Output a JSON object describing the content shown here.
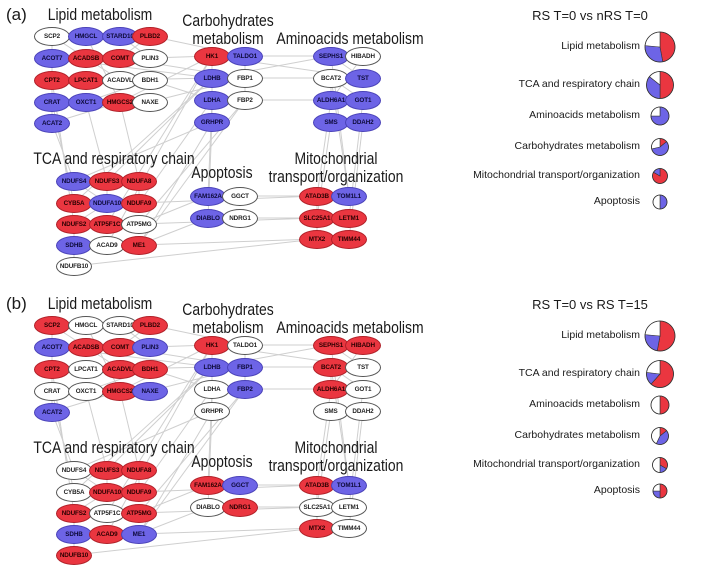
{
  "colors": {
    "up": "#ea3640",
    "down": "#6d64e6",
    "none": "#ffffff",
    "edge": "#cfcfcf"
  },
  "panels": [
    {
      "label": "(a)",
      "comparison_title": "RS T=0 vs nRS T=0",
      "groups": {
        "lipid": "Lipid metabolism",
        "carb": "Carbohydrates\nmetabolism",
        "amino": "Aminoacids metabolism",
        "tca": "TCA and respiratory chain",
        "apoptosis": "Apoptosis",
        "mito": "Mitochondrial\ntransport/organization"
      },
      "nodes": [
        {
          "id": "SCP2",
          "s": "white"
        },
        {
          "id": "HMGCL",
          "s": "blue"
        },
        {
          "id": "STARD10",
          "s": "blue"
        },
        {
          "id": "PLBD2",
          "s": "red"
        },
        {
          "id": "ACOT7",
          "s": "blue"
        },
        {
          "id": "ACADSB",
          "s": "red"
        },
        {
          "id": "COMT",
          "s": "red"
        },
        {
          "id": "PLIN3",
          "s": "white"
        },
        {
          "id": "CPT2",
          "s": "red"
        },
        {
          "id": "LPCAT1",
          "s": "red"
        },
        {
          "id": "ACADVL",
          "s": "white"
        },
        {
          "id": "BDH1",
          "s": "white"
        },
        {
          "id": "CRAT",
          "s": "blue"
        },
        {
          "id": "OXCT1",
          "s": "blue"
        },
        {
          "id": "HMGCS2",
          "s": "red"
        },
        {
          "id": "NAXE",
          "s": "white"
        },
        {
          "id": "ACAT2",
          "s": "blue"
        },
        {
          "id": "HK1",
          "s": "red"
        },
        {
          "id": "TALDO1",
          "s": "blue"
        },
        {
          "id": "LDHB",
          "s": "blue"
        },
        {
          "id": "FBP1",
          "s": "white"
        },
        {
          "id": "LDHA",
          "s": "blue"
        },
        {
          "id": "FBP2",
          "s": "white"
        },
        {
          "id": "GRHPR",
          "s": "blue"
        },
        {
          "id": "SEPHS1",
          "s": "blue"
        },
        {
          "id": "HIBADH",
          "s": "white"
        },
        {
          "id": "BCAT2",
          "s": "white"
        },
        {
          "id": "TST",
          "s": "blue"
        },
        {
          "id": "ALDH6A1",
          "s": "blue"
        },
        {
          "id": "GOT1",
          "s": "blue"
        },
        {
          "id": "SMS",
          "s": "blue"
        },
        {
          "id": "DDAH2",
          "s": "blue"
        },
        {
          "id": "NDUFS4",
          "s": "blue"
        },
        {
          "id": "NDUFS3",
          "s": "red"
        },
        {
          "id": "NDUFA8",
          "s": "red"
        },
        {
          "id": "CYB5A",
          "s": "red"
        },
        {
          "id": "NDUFA10",
          "s": "blue"
        },
        {
          "id": "NDUFA9",
          "s": "red"
        },
        {
          "id": "NDUFS2",
          "s": "red"
        },
        {
          "id": "ATP5F1C",
          "s": "red"
        },
        {
          "id": "ATP5MG",
          "s": "white"
        },
        {
          "id": "SDHB",
          "s": "blue"
        },
        {
          "id": "ACAD9",
          "s": "white"
        },
        {
          "id": "ME1",
          "s": "red"
        },
        {
          "id": "NDUFB10",
          "s": "white"
        },
        {
          "id": "FAM162A",
          "s": "blue"
        },
        {
          "id": "GGCT",
          "s": "white"
        },
        {
          "id": "DIABLO",
          "s": "blue"
        },
        {
          "id": "NDRG1",
          "s": "white"
        },
        {
          "id": "ATAD3B",
          "s": "red"
        },
        {
          "id": "TOMM1L1",
          "s": "blue",
          "label": "TOM1L1"
        },
        {
          "id": "SLC25A1",
          "s": "red"
        },
        {
          "id": "LETM1",
          "s": "red"
        },
        {
          "id": "MTX2",
          "s": "red"
        },
        {
          "id": "TIMM44",
          "s": "red"
        }
      ],
      "pies": [
        {
          "label": "Lipid metabolism",
          "up": 8,
          "down": 5,
          "none": 4
        },
        {
          "label": "TCA and respiratory chain",
          "up": 7,
          "down": 5,
          "none": 2
        },
        {
          "label": "Aminoacids metabolism",
          "up": 0,
          "down": 6,
          "none": 2
        },
        {
          "label": "Carbohydrates metabolism",
          "up": 1,
          "down": 4,
          "none": 2
        },
        {
          "label": "Mitochondrial transport/organization",
          "up": 5,
          "down": 1,
          "none": 0
        },
        {
          "label": "Apoptosis",
          "up": 0,
          "down": 2,
          "none": 2
        }
      ]
    },
    {
      "label": "(b)",
      "comparison_title": "RS T=0 vs RS T=15",
      "groups": {
        "lipid": "Lipid metabolism",
        "carb": "Carbohydrates\nmetabolism",
        "amino": "Aminoacids metabolism",
        "tca": "TCA and respiratory chain",
        "apoptosis": "Apoptosis",
        "mito": "Mitochondrial\ntransport/organization"
      },
      "nodes": [
        {
          "id": "SCP2",
          "s": "red"
        },
        {
          "id": "HMGCL",
          "s": "white"
        },
        {
          "id": "STARD10",
          "s": "white"
        },
        {
          "id": "PLBD2",
          "s": "red"
        },
        {
          "id": "ACOT7",
          "s": "blue"
        },
        {
          "id": "ACADSB",
          "s": "red"
        },
        {
          "id": "COMT",
          "s": "red"
        },
        {
          "id": "PLIN3",
          "s": "blue"
        },
        {
          "id": "CPT2",
          "s": "red"
        },
        {
          "id": "LPCAT1",
          "s": "white"
        },
        {
          "id": "ACADVL",
          "s": "red"
        },
        {
          "id": "BDH1",
          "s": "red"
        },
        {
          "id": "CRAT",
          "s": "white"
        },
        {
          "id": "OXCT1",
          "s": "white"
        },
        {
          "id": "HMGCS2",
          "s": "red"
        },
        {
          "id": "NAXE",
          "s": "blue"
        },
        {
          "id": "ACAT2",
          "s": "blue"
        },
        {
          "id": "HK1",
          "s": "red"
        },
        {
          "id": "TALDO1",
          "s": "white"
        },
        {
          "id": "LDHB",
          "s": "blue"
        },
        {
          "id": "FBP1",
          "s": "blue"
        },
        {
          "id": "LDHA",
          "s": "white"
        },
        {
          "id": "FBP2",
          "s": "blue"
        },
        {
          "id": "GRHPR",
          "s": "white"
        },
        {
          "id": "SEPHS1",
          "s": "red"
        },
        {
          "id": "HIBADH",
          "s": "red"
        },
        {
          "id": "BCAT2",
          "s": "red"
        },
        {
          "id": "TST",
          "s": "white"
        },
        {
          "id": "ALDH6A1",
          "s": "red"
        },
        {
          "id": "GOT1",
          "s": "white"
        },
        {
          "id": "SMS",
          "s": "white"
        },
        {
          "id": "DDAH2",
          "s": "white"
        },
        {
          "id": "NDUFS4",
          "s": "white"
        },
        {
          "id": "NDUFS3",
          "s": "red"
        },
        {
          "id": "NDUFA8",
          "s": "red"
        },
        {
          "id": "CYB5A",
          "s": "white"
        },
        {
          "id": "NDUFA10",
          "s": "red"
        },
        {
          "id": "NDUFA9",
          "s": "red"
        },
        {
          "id": "NDUFS2",
          "s": "red"
        },
        {
          "id": "ATP5F1C",
          "s": "white"
        },
        {
          "id": "ATP5MG",
          "s": "red"
        },
        {
          "id": "SDHB",
          "s": "blue"
        },
        {
          "id": "ACAD9",
          "s": "red"
        },
        {
          "id": "ME1",
          "s": "blue"
        },
        {
          "id": "NDUFB10",
          "s": "red"
        },
        {
          "id": "FAM162A",
          "s": "red"
        },
        {
          "id": "GGCT",
          "s": "blue"
        },
        {
          "id": "DIABLO",
          "s": "white"
        },
        {
          "id": "NDRG1",
          "s": "red"
        },
        {
          "id": "ATAD3B",
          "s": "red"
        },
        {
          "id": "TOMM1L1",
          "s": "blue",
          "label": "TOM1L1"
        },
        {
          "id": "SLC25A1",
          "s": "white"
        },
        {
          "id": "LETM1",
          "s": "white"
        },
        {
          "id": "MTX2",
          "s": "red"
        },
        {
          "id": "TIMM44",
          "s": "white"
        }
      ],
      "pies": [
        {
          "label": "Lipid metabolism",
          "up": 9,
          "down": 4,
          "none": 4
        },
        {
          "label": "TCA and respiratory chain",
          "up": 8,
          "down": 2,
          "none": 3
        },
        {
          "label": "Aminoacids metabolism",
          "up": 4,
          "down": 0,
          "none": 4
        },
        {
          "label": "Carbohydrates metabolism",
          "up": 1,
          "down": 3,
          "none": 3
        },
        {
          "label": "Mitochondrial transport/organization",
          "up": 2,
          "down": 1,
          "none": 3
        },
        {
          "label": "Apoptosis",
          "up": 2,
          "down": 1,
          "none": 1
        }
      ]
    }
  ]
}
